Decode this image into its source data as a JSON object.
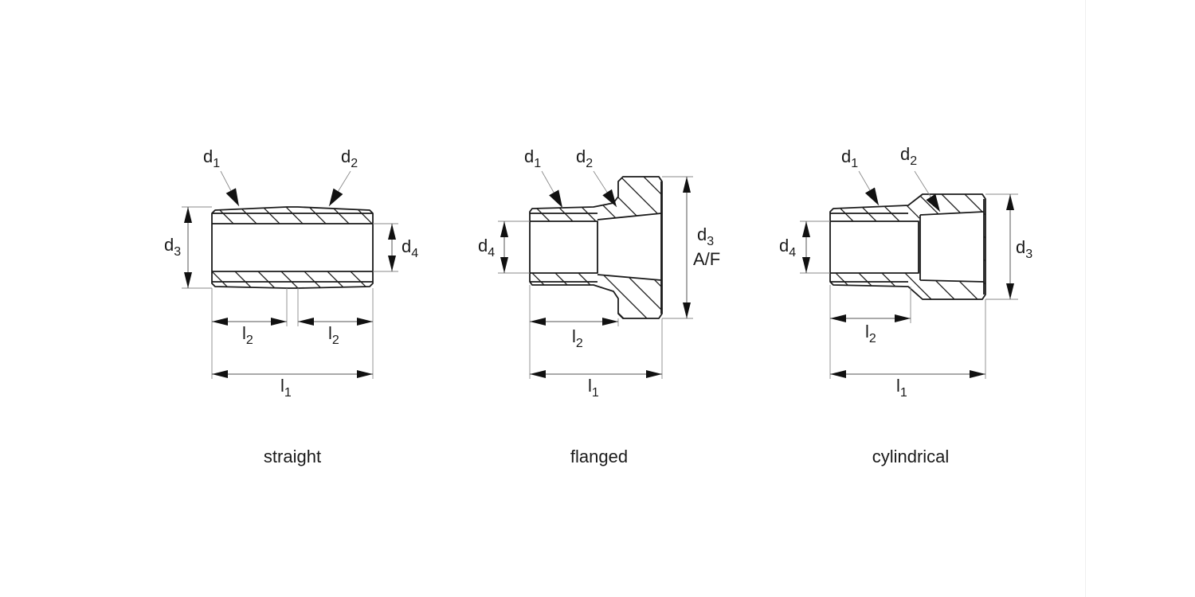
{
  "figures": [
    {
      "caption": "straight",
      "labels": {
        "d1": {
          "letter": "d",
          "sub": "1"
        },
        "d2": {
          "letter": "d",
          "sub": "2"
        },
        "d3": {
          "letter": "d",
          "sub": "3"
        },
        "d4": {
          "letter": "d",
          "sub": "4"
        },
        "l2a": {
          "letter": "l",
          "sub": "2"
        },
        "l2b": {
          "letter": "l",
          "sub": "2"
        },
        "l1": {
          "letter": "l",
          "sub": "1"
        }
      }
    },
    {
      "caption": "flanged",
      "labels": {
        "d1": {
          "letter": "d",
          "sub": "1"
        },
        "d2": {
          "letter": "d",
          "sub": "2"
        },
        "d3": {
          "letter": "d",
          "sub": "3",
          "note": "A/F"
        },
        "d4": {
          "letter": "d",
          "sub": "4"
        },
        "l2": {
          "letter": "l",
          "sub": "2"
        },
        "l1": {
          "letter": "l",
          "sub": "1"
        }
      }
    },
    {
      "caption": "cylindrical",
      "labels": {
        "d1": {
          "letter": "d",
          "sub": "1"
        },
        "d2": {
          "letter": "d",
          "sub": "2"
        },
        "d3": {
          "letter": "d",
          "sub": "3"
        },
        "d4": {
          "letter": "d",
          "sub": "4"
        },
        "l2": {
          "letter": "l",
          "sub": "2"
        },
        "l1": {
          "letter": "l",
          "sub": "1"
        }
      }
    }
  ]
}
